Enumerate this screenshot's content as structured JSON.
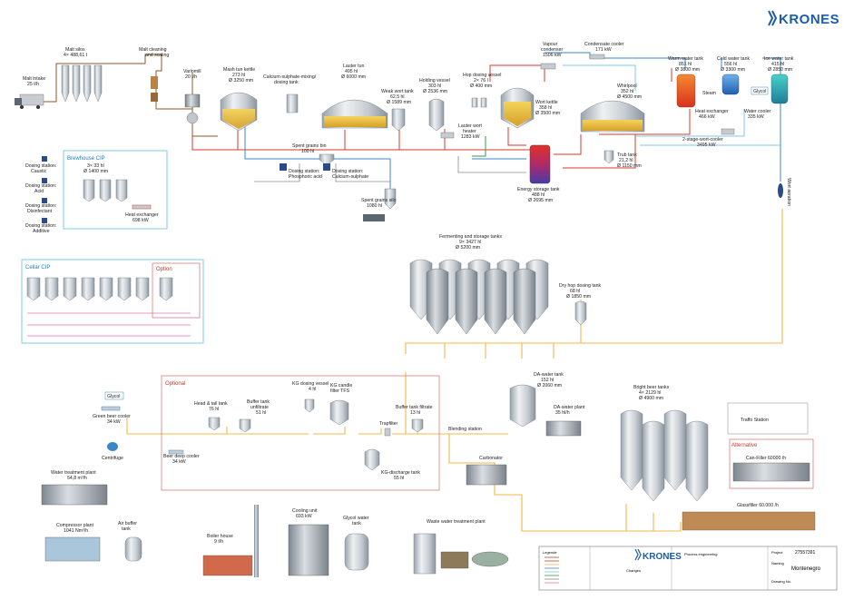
{
  "brand": {
    "logo_text": "KRONES",
    "accent": "#1a5ea8"
  },
  "labels": {
    "malt_intake": [
      "Malt intake",
      "25 t/h"
    ],
    "malt_silos": [
      "Malt silos",
      "4× 488,61 t"
    ],
    "malt_cleaning": [
      "Malt cleaning",
      "and scaling"
    ],
    "variomill": [
      "Variomill",
      "20 t/h"
    ],
    "mash_tun": [
      "Mash tun kettle",
      "273 hl",
      "Ø 3250 mm"
    ],
    "calcium_tank": [
      "Calcium-sulphate-mixing/",
      "dosing tank"
    ],
    "lauter_tun": [
      "Lauter tun",
      "495 hl",
      "Ø 6000 mm"
    ],
    "weak_wort": [
      "Weak wort tank",
      "62,5 hl",
      "Ø 1589 mm"
    ],
    "holding": [
      "Holding vessel",
      "303 hl",
      "Ø 2536 mm"
    ],
    "hop_dosing": [
      "Hop dosing vessel",
      "2× 76 l",
      "Ø 400 mm"
    ],
    "vapour": [
      "Vapour",
      "condenser",
      "1506 kW"
    ],
    "condensate": [
      "Condensate cooler",
      "171 kW"
    ],
    "wort_kettle": [
      "Wort kettle",
      "358 hl",
      "Ø 3500 mm"
    ],
    "whirlpool": [
      "Whirlpool",
      "352 hl",
      "Ø 4500 mm"
    ],
    "warm_water": [
      "Warm water tank",
      "851 hl",
      "Ø 3800 mm"
    ],
    "cold_water": [
      "Cold water tank",
      "556 hl",
      "Ø 3300 mm"
    ],
    "ice_water": [
      "Ice water tank",
      "415 hl",
      "Ø 2850 mm"
    ],
    "steam": "Steam",
    "glycol_top": "Glycol",
    "heat_exchanger_top": [
      "Heat exchanger",
      "466 kW"
    ],
    "water_cooler": [
      "Water cooler",
      "335 kW"
    ],
    "wort_cooler": [
      "2-stage-wort-cooler",
      "3495 kW"
    ],
    "lauter_heater": [
      "Lauter wort",
      "heater",
      "1283 kW"
    ],
    "spent_grains_bin": [
      "Spent grains bin",
      "100 hl"
    ],
    "dosing_phos": [
      "Dosing station:",
      "Phosphoric acid"
    ],
    "dosing_calc": [
      "Dosing station:",
      "Calcium-sulphate"
    ],
    "energy_storage": [
      "Energy storage tank",
      "488 hl",
      "Ø 2695 mm"
    ],
    "trub_tank": [
      "Trub tank",
      "21,2 hl",
      "Ø 1150 mm"
    ],
    "spent_silo": [
      "Spent grains silo",
      "1080 hl"
    ],
    "wort_aeration": "Wort aeration",
    "brewhouse_cip": "Brewhouse CIP",
    "brewhouse_cip_tanks": [
      "3× 33 hl",
      "Ø 1400 mm"
    ],
    "dosing_caustic": [
      "Dosing station:",
      "Caustic"
    ],
    "dosing_acid": [
      "Dosing station:",
      "Acid"
    ],
    "dosing_disinfectant": [
      "Dosing station:",
      "Disinfectant"
    ],
    "dosing_additive": [
      "Dosing station:",
      "Additive"
    ],
    "heat_exchanger_cip": [
      "Heat exchanger",
      "698 kW"
    ],
    "cellar_cip": "Cellar CIP",
    "option": "Option",
    "fermenting": [
      "Fermenting and storage tanks",
      "9× 3427 hl",
      "Ø 5200 mm"
    ],
    "dry_hop": [
      "Dry hop dosing tank",
      "68 hl",
      "Ø 1850 mm"
    ],
    "optional": "Optional",
    "glycol_cellar": "Glycol",
    "green_beer_cooler": [
      "Green beer cooler",
      "34 kW"
    ],
    "centrifuge": "Centrifuge",
    "head_tail": [
      "Head & tail tank",
      "76 hl"
    ],
    "buffer_unfiltrate": [
      "Buffer tank",
      "unfiltrate",
      "51 hl"
    ],
    "kg_dosing": [
      "KG dosing vessel",
      "4 hl"
    ],
    "kg_candle": [
      "KG candle",
      "filter TFS"
    ],
    "buffer_filtrate": [
      "Buffer tank filtrate",
      "13 hl"
    ],
    "trapfilter": "Trapfilter",
    "beer_deep_cooler": [
      "Beer deep cooler",
      "34 kW"
    ],
    "kg_discharge": [
      "KG-discharge tank",
      "55 hl"
    ],
    "blending": "Blending station",
    "da_water_tank": [
      "DA-water tank",
      "152 hl",
      "Ø 2060 mm"
    ],
    "da_water_plant": [
      "DA-water plant",
      "35 hl/h"
    ],
    "carbonator": "Carbonator",
    "bright_beer": [
      "Bright beer tanks",
      "4× 2129 hl",
      "Ø 4900 mm"
    ],
    "traffo": "Traffo Station",
    "alternative": "Alternative",
    "can_filler": "Can-Filler 60000 /h",
    "glass_filler": "Glassfiller 60.000 /h",
    "water_treatment": [
      "Water treatment plant",
      "54,8 m³/h"
    ],
    "compressor": [
      "Compressor plant",
      "1041 Nm³/h"
    ],
    "air_buffer": [
      "Air buffer",
      "tank"
    ],
    "boiler": [
      "Boiler house",
      "9 t/h"
    ],
    "cooling_unit": [
      "Cooling unit",
      "693 kW"
    ],
    "glycol_water": [
      "Glycol water",
      "tank"
    ],
    "waste_water": "Waste water treatment plant"
  },
  "title_block": {
    "project_no": "27557391",
    "project_name": "Montenegro",
    "project_label": "Project",
    "naming_label": "Naming",
    "drawing_label": "Drawing No.",
    "changes_label": "Changes",
    "legend_label": "Legende",
    "process_label": "Process engineering"
  }
}
